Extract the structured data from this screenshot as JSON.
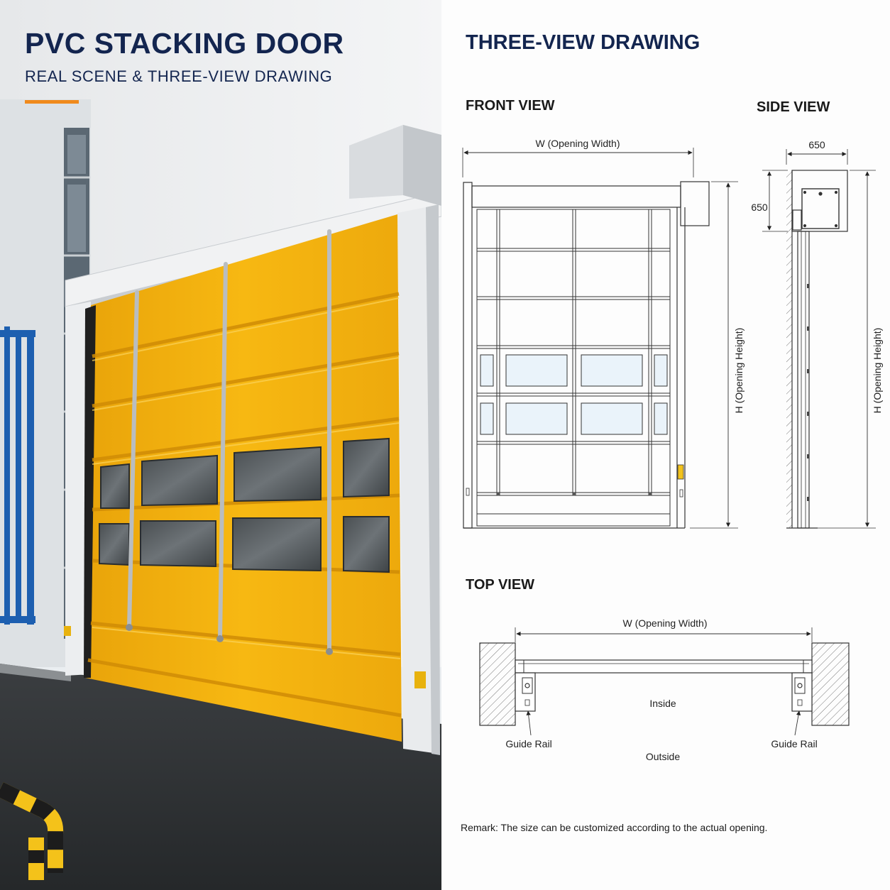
{
  "header": {
    "title": "PVC STACKING DOOR",
    "subtitle": "REAL SCENE & THREE-VIEW DRAWING"
  },
  "drawing": {
    "title": "THREE-VIEW DRAWING",
    "front_view": {
      "label": "FRONT VIEW",
      "width_label": "W (Opening Width)",
      "height_label": "H (Opening Height)"
    },
    "side_view": {
      "label": "SIDE VIEW",
      "top_dim": "650",
      "left_dim": "650",
      "height_label": "H (Opening Height)"
    },
    "top_view": {
      "label": "TOP VIEW",
      "width_label": "W (Opening Width)",
      "inside_label": "Inside",
      "outside_label": "Outside",
      "guide_rail_left": "Guide Rail",
      "guide_rail_right": "Guide Rail"
    },
    "remark": "Remark: The size can be customized according to the actual opening."
  },
  "colors": {
    "title_navy": "#13254f",
    "accent_orange": "#f08a1c",
    "door_yellow": "#f5b30f",
    "fence_blue": "#1d5fb0",
    "asphalt": "#2e3134"
  }
}
